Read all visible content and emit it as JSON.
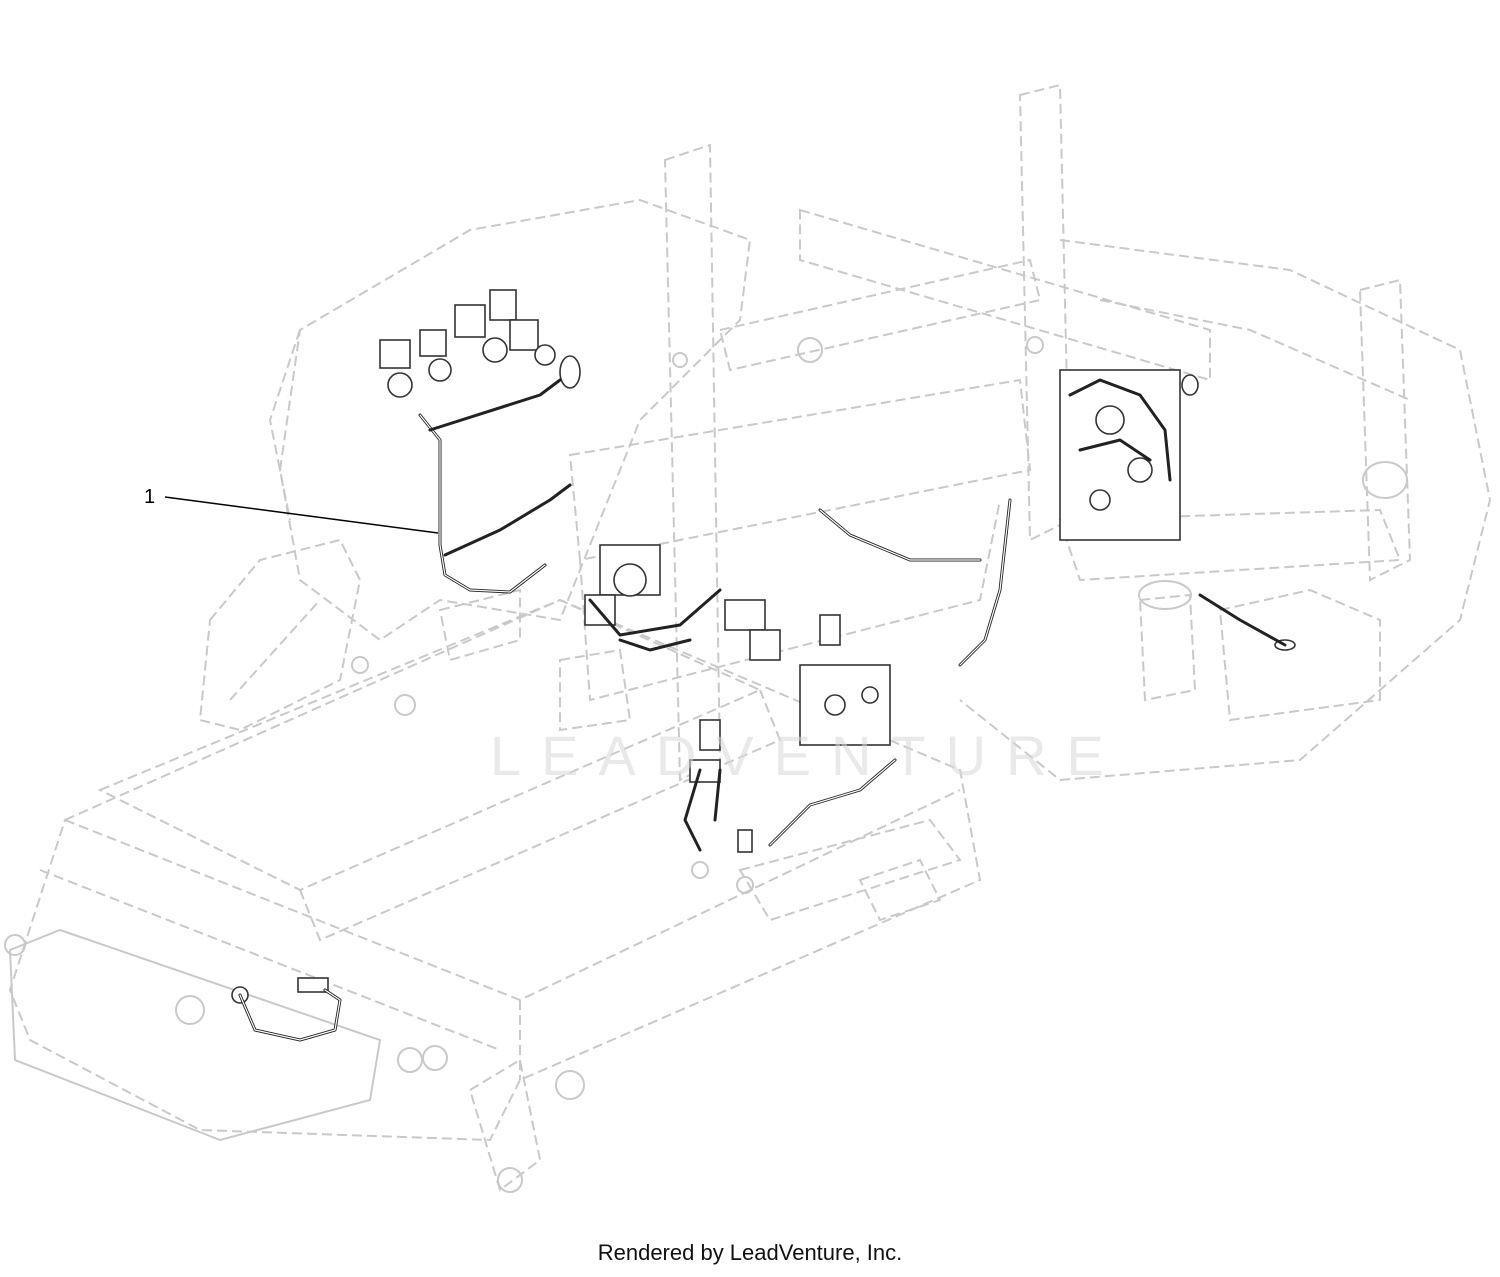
{
  "diagram": {
    "callouts": [
      {
        "label": "1"
      }
    ],
    "watermark": "LEADVENTURE",
    "footer": "Rendered by LeadVenture, Inc."
  }
}
